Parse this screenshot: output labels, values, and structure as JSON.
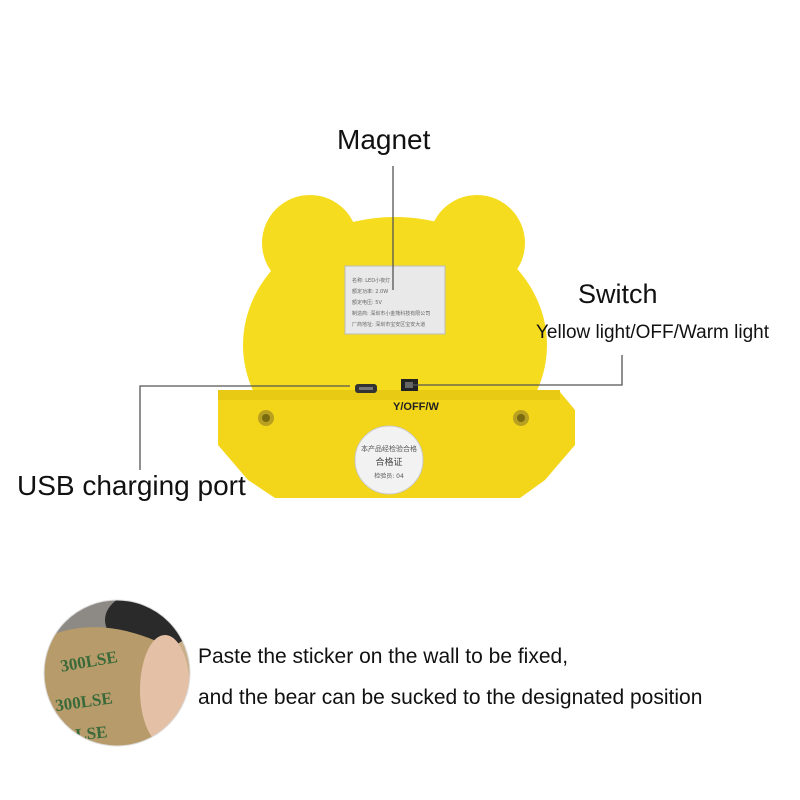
{
  "callouts": {
    "magnet": "Magnet",
    "switch_title": "Switch",
    "switch_modes": "Yellow light/OFF/Warm light",
    "usb": "USB charging port"
  },
  "product": {
    "switch_marking": "Y/OFF/W",
    "label_lines": [
      "名称: LED小夜灯",
      "额定功率: 2.0W",
      "额定电压: 5V",
      "制造商: 深圳市小金熊科技有限公司",
      "厂商地址: 深圳市宝安区宝安大道"
    ],
    "qc_sticker": [
      "本产品经检验合格",
      "合格证",
      "检验员: 04"
    ],
    "body_color": "#f5dc1e"
  },
  "sticker": {
    "tape_text": "300LSE",
    "caption_line1": "Paste the sticker on the wall to be fixed,",
    "caption_line2": "and the bear can be sucked to the designated position"
  }
}
